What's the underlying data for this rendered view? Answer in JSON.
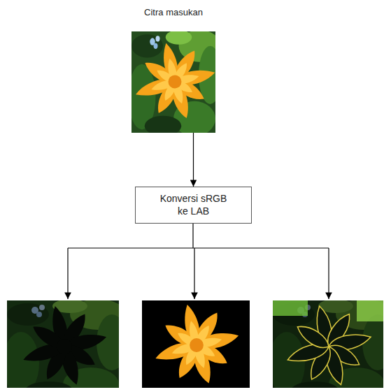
{
  "diagram": {
    "nodes": [
      {
        "text": [
          "Citra masukan"
        ]
      },
      {
        "text": [
          "Konversi sRGB ke LAB"
        ]
      }
    ],
    "edges": [
      {
        "from": 0,
        "to": 1,
        "arrow": "to"
      }
    ]
  }
}
